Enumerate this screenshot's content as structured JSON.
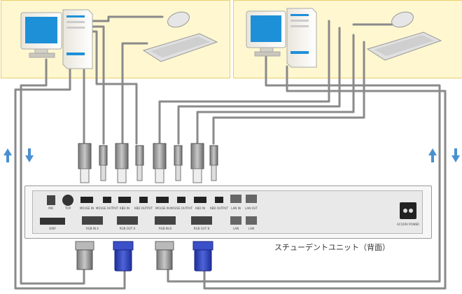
{
  "caption": "スチューデントユニット（背面）",
  "workstations": [
    {
      "id": "left",
      "devices": [
        "pc-tower",
        "monitor",
        "keyboard",
        "mouse"
      ]
    },
    {
      "id": "right",
      "devices": [
        "pc-tower",
        "monitor",
        "keyboard",
        "mouse"
      ]
    }
  ],
  "colors": {
    "panel_bg": "#fef7d0",
    "panel_border": "#e8cf6a",
    "cable": "#8a8a8a",
    "vga_blue": "#2a3fb0",
    "vga_gray": "#9a9a9a",
    "arrow_blue": "#4a90d0"
  },
  "unit": {
    "ports_top": [
      {
        "label": "MIC"
      },
      {
        "label": "TOP"
      },
      {
        "label": "MOUSE IN"
      },
      {
        "label": "MOUSE OUTPUT"
      },
      {
        "label": "KBD IN"
      },
      {
        "label": "KBD OUTPUT"
      },
      {
        "label": "MOUSE IN"
      },
      {
        "label": "MOUSE OUTPUT"
      },
      {
        "label": "KBD IN"
      },
      {
        "label": "KBD OUTPUT"
      },
      {
        "label": "LAN IN"
      },
      {
        "label": "LAN OUT"
      }
    ],
    "ports_bottom": [
      {
        "label": "DISP"
      },
      {
        "label": "RGB IN A"
      },
      {
        "label": "RGB OUT A"
      },
      {
        "label": "RGB IN B"
      },
      {
        "label": "RGB OUT B"
      },
      {
        "label": "LAN"
      },
      {
        "label": "LAN"
      }
    ],
    "power_label": "AC100V POWER"
  },
  "icons": [
    "arrow-up-icon",
    "arrow-down-icon"
  ]
}
